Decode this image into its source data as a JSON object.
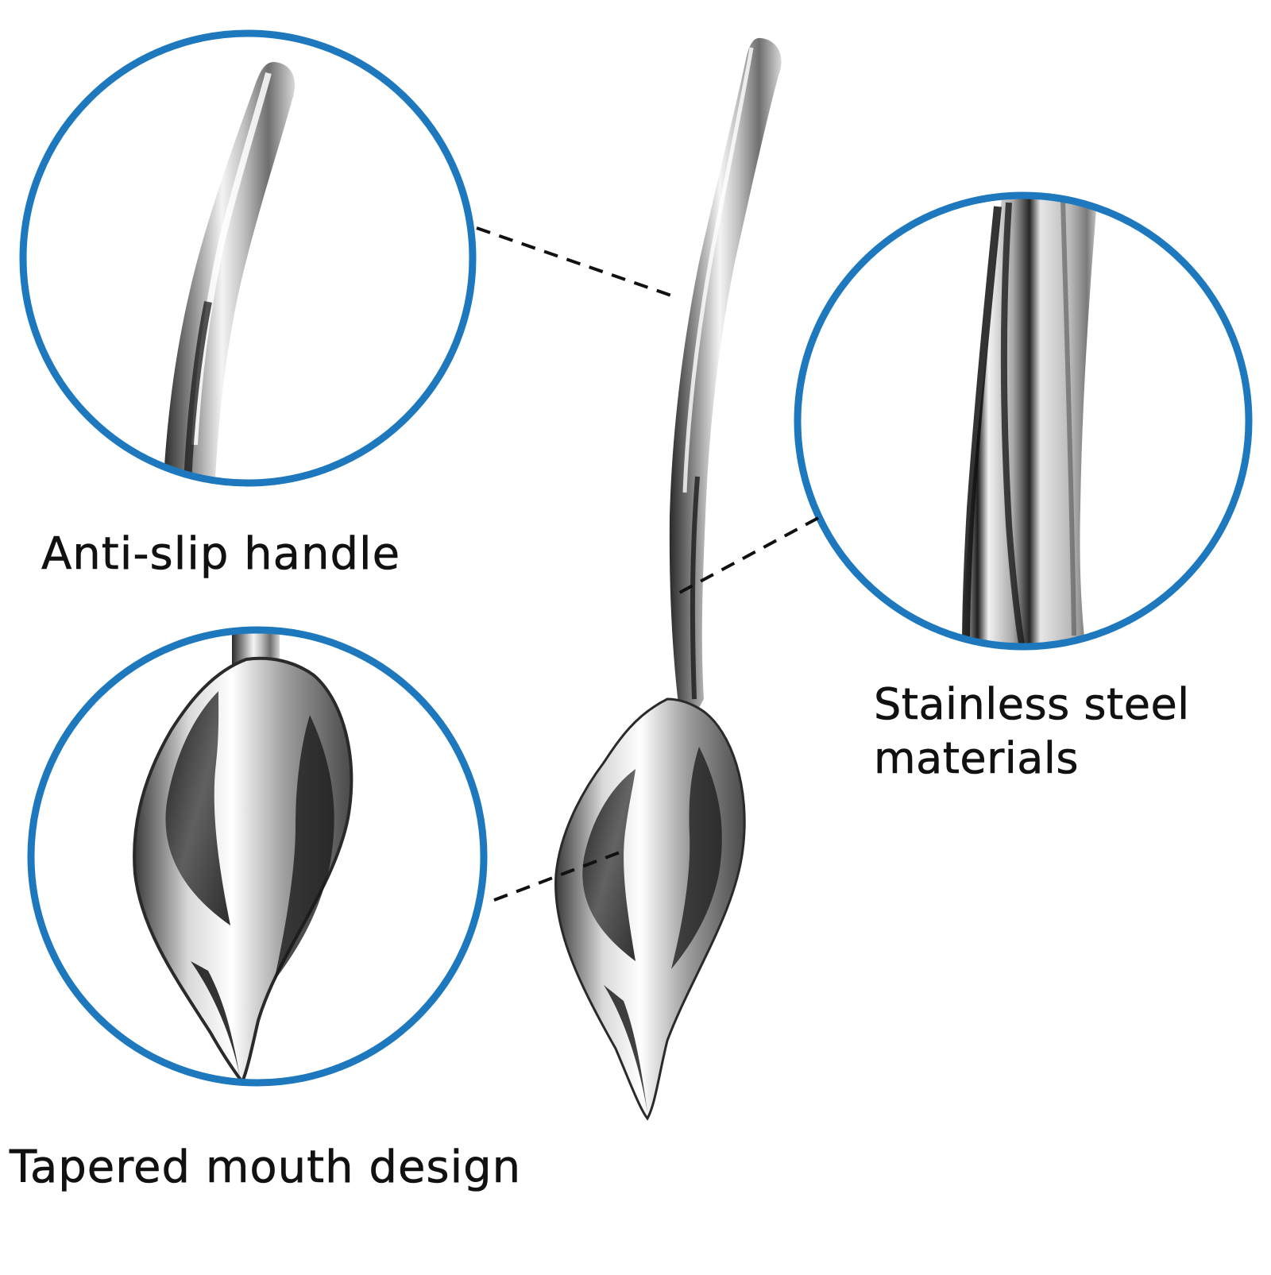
{
  "labels": {
    "handle": "Anti-slip handle",
    "steel_line1": "Stainless steel",
    "steel_line2": "materials",
    "mouth": "Tapered mouth design"
  },
  "colors": {
    "circle_border": "#1E78BE",
    "leader_line": "#111111",
    "text": "#111111",
    "background": "#ffffff"
  }
}
